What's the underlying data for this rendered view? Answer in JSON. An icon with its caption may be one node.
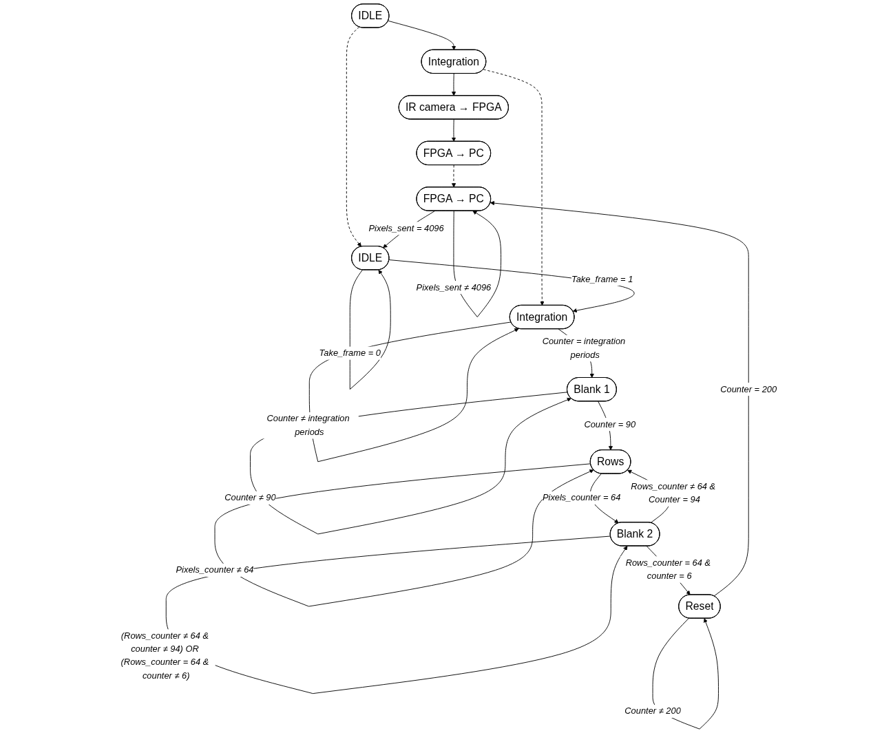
{
  "diagram": {
    "nodes": [
      {
        "text": [
          "IDLE"
        ]
      },
      {
        "text": [
          "Integration"
        ]
      },
      {
        "text": [
          "IR camera → FPGA"
        ]
      },
      {
        "text": [
          "FPGA → PC"
        ]
      },
      {
        "text": [
          "IDLE"
        ]
      },
      {
        "text": [
          "Integration"
        ]
      },
      {
        "text": [
          "Blank 1"
        ]
      },
      {
        "text": [
          "Rows"
        ]
      },
      {
        "text": [
          "Blank 2"
        ]
      },
      {
        "text": [
          "Reset"
        ]
      },
      {
        "text": [
          "FPGA → PC"
        ]
      }
    ],
    "edges": [
      {
        "from": 0,
        "to": 1,
        "arrow": "to"
      },
      {
        "from": 1,
        "to": 2,
        "arrow": "to"
      },
      {
        "from": 2,
        "to": 3,
        "arrow": "to"
      },
      {
        "from": 0,
        "to": 4,
        "arrow": "to",
        "style": "dashed"
      },
      {
        "from": 1,
        "to": 5,
        "arrow": "to",
        "style": "dashed"
      },
      {
        "from": 3,
        "to": 10,
        "arrow": "to",
        "style": "dashed"
      },
      {
        "from": 4,
        "to": 4,
        "arrow": "to",
        "label": "Take_frame = 0"
      },
      {
        "from": 4,
        "to": 5,
        "arrow": "to",
        "label": "Take_frame = 1"
      },
      {
        "from": 5,
        "to": 5,
        "arrow": "to",
        "label": "Counter ≠ integration periods"
      },
      {
        "from": 5,
        "to": 6,
        "arrow": "to",
        "label": "Counter = integration periods"
      },
      {
        "from": 6,
        "to": 6,
        "arrow": "to",
        "label": "Counter ≠ 90"
      },
      {
        "from": 6,
        "to": 7,
        "arrow": "to",
        "label": "Counter = 90"
      },
      {
        "from": 7,
        "to": 7,
        "arrow": "to",
        "label": "Pixels_counter ≠ 64"
      },
      {
        "from": 7,
        "to": 8,
        "arrow": "to",
        "label": "Pixels_counter = 64"
      },
      {
        "from": 8,
        "to": 7,
        "arrow": "to",
        "label": "Rows_counter ≠ 64 & Counter = 94"
      },
      {
        "from": 8,
        "to": 8,
        "arrow": "to",
        "label": "(Rows_counter ≠ 64 & counter ≠ 94) OR (Rows_counter = 64 & counter ≠ 6)"
      },
      {
        "from": 8,
        "to": 9,
        "arrow": "to",
        "label": "Rows_counter = 64 & counter = 6"
      },
      {
        "from": 9,
        "to": 9,
        "arrow": "to",
        "label": "Counter ≠ 200"
      },
      {
        "from": 9,
        "to": 10,
        "arrow": "to",
        "label": "Counter = 200"
      },
      {
        "from": 10,
        "to": 10,
        "arrow": "to",
        "label": "Pixels_sent ≠ 4096"
      },
      {
        "from": 10,
        "to": 4,
        "arrow": "to",
        "label": "Pixels_sent = 4096"
      }
    ]
  }
}
